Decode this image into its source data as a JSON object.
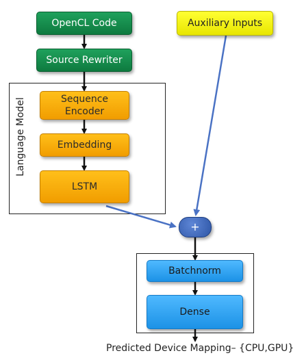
{
  "nodes": {
    "opencl_code": "OpenCL Code",
    "source_rewriter": "Source Rewriter",
    "sequence_encoder": "Sequence\nEncoder",
    "embedding": "Embedding",
    "lstm": "LSTM",
    "auxiliary_inputs": "Auxiliary Inputs",
    "concat": "+",
    "batchnorm": "Batchnorm",
    "dense": "Dense"
  },
  "groups": {
    "language_model": "Language Model"
  },
  "output_label": "Predicted Device Mapping– {CPU,GPU}",
  "colors": {
    "green": "#138a4b",
    "yellow": "#ffff1a",
    "orange": "#f9ad0a",
    "blue": "#2aa6f5",
    "plus": "#3a62b4",
    "black_arrow": "#111111",
    "blue_arrow": "#4a72c4"
  }
}
